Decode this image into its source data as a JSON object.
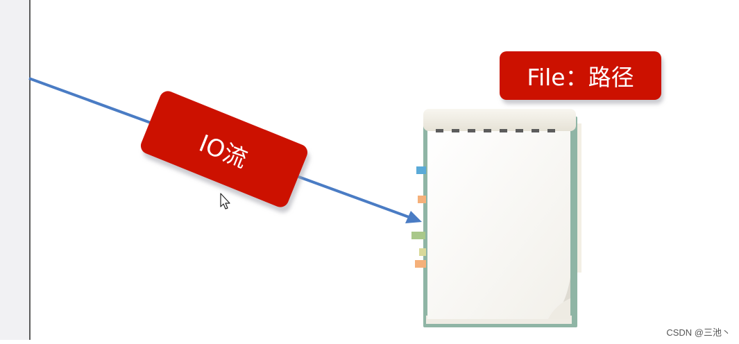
{
  "io_label": "IO流",
  "file_label": "File：路径",
  "watermark": "CSDN @三池丶",
  "colors": {
    "label_red": "#cc1100",
    "arrow_blue": "#4a7cc4",
    "notebook_frame": "#8fb5a5",
    "paper": "#fbfaf6"
  },
  "icons": {
    "cursor": "mouse-pointer-icon",
    "notebook": "notebook-icon"
  }
}
